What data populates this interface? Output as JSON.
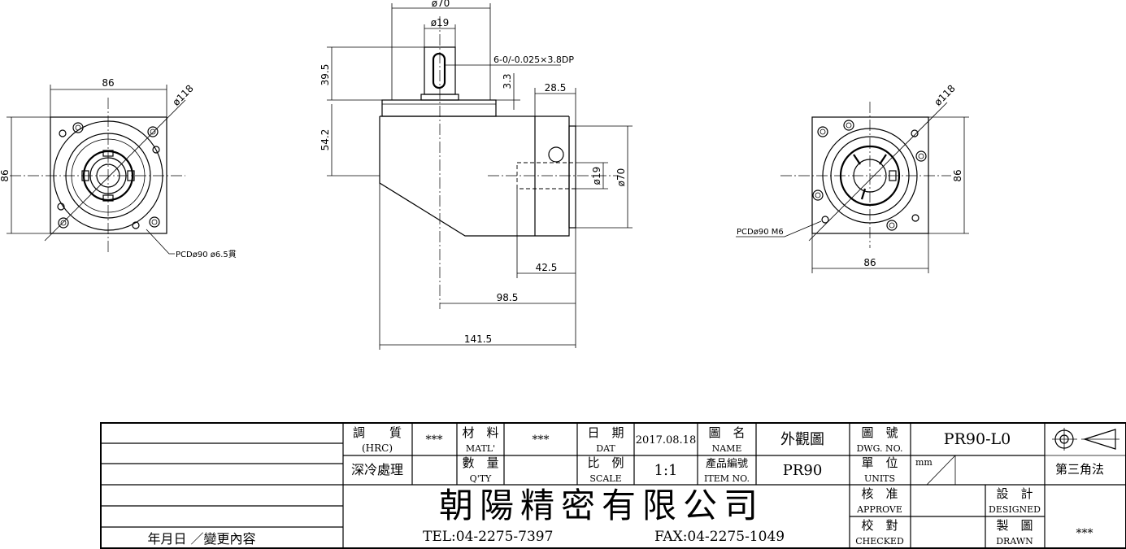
{
  "drawing": {
    "front_view": {
      "dim_width": "86",
      "dim_height": "86",
      "dim_circle": "ø118",
      "note_pcd": "PCDø90 ø6.5貫"
    },
    "side_view": {
      "dim_top_flange": "ø70",
      "dim_shaft": "ø19",
      "dim_keyway": "6-0/-0.025×3.8DP",
      "dim_shaft_len": "39.5",
      "dim_offset": "3.3",
      "dim_input_len": "28.5",
      "dim_body_h": "54.2",
      "dim_input_bore": "ø19",
      "dim_input_flange": "ø70",
      "dim_425": "42.5",
      "dim_985": "98.5",
      "dim_1415": "141.5"
    },
    "right_view": {
      "dim_circle": "ø118",
      "dim_height": "86",
      "dim_width": "86",
      "note_pcd": "PCDø90 M6"
    }
  },
  "title_block": {
    "hardness_label": "調　　質",
    "hardness_en": "(HRC)",
    "hardness_value": "***",
    "treatment": "深冷處理",
    "material_label": "材　料",
    "material_en": "MATL'",
    "material_value": "***",
    "qty_label": "數　量",
    "qty_en": "Q'TY",
    "date_label": "日　期",
    "date_en": "DAT",
    "date_value": "2017.08.18",
    "scale_label": "比　例",
    "scale_en": "SCALE",
    "scale_value": "1:1",
    "name_label": "圖　名",
    "name_en": "NAME",
    "name_value": "外觀圖",
    "item_label": "產品編號",
    "item_en": "ITEM NO.",
    "item_value": "PR90",
    "dwg_label": "圖　號",
    "dwg_en": "DWG. NO.",
    "dwg_value": "PR90-L0",
    "units_label": "單　位",
    "units_en": "UNITS",
    "units_value": "mm",
    "projection": "第三角法",
    "company": "朝陽精密有限公司",
    "tel": "TEL:04-2275-7397",
    "fax": "FAX:04-2275-1049",
    "approve_label": "核　准",
    "approve_en": "APPROVE",
    "checked_label": "校　對",
    "checked_en": "CHECKED",
    "designed_label": "設　計",
    "designed_en": "DESIGNED",
    "drawn_label": "製　圖",
    "drawn_en": "DRAWN",
    "drawn_value": "***",
    "revision_label": "年月日 ／變更內容"
  }
}
